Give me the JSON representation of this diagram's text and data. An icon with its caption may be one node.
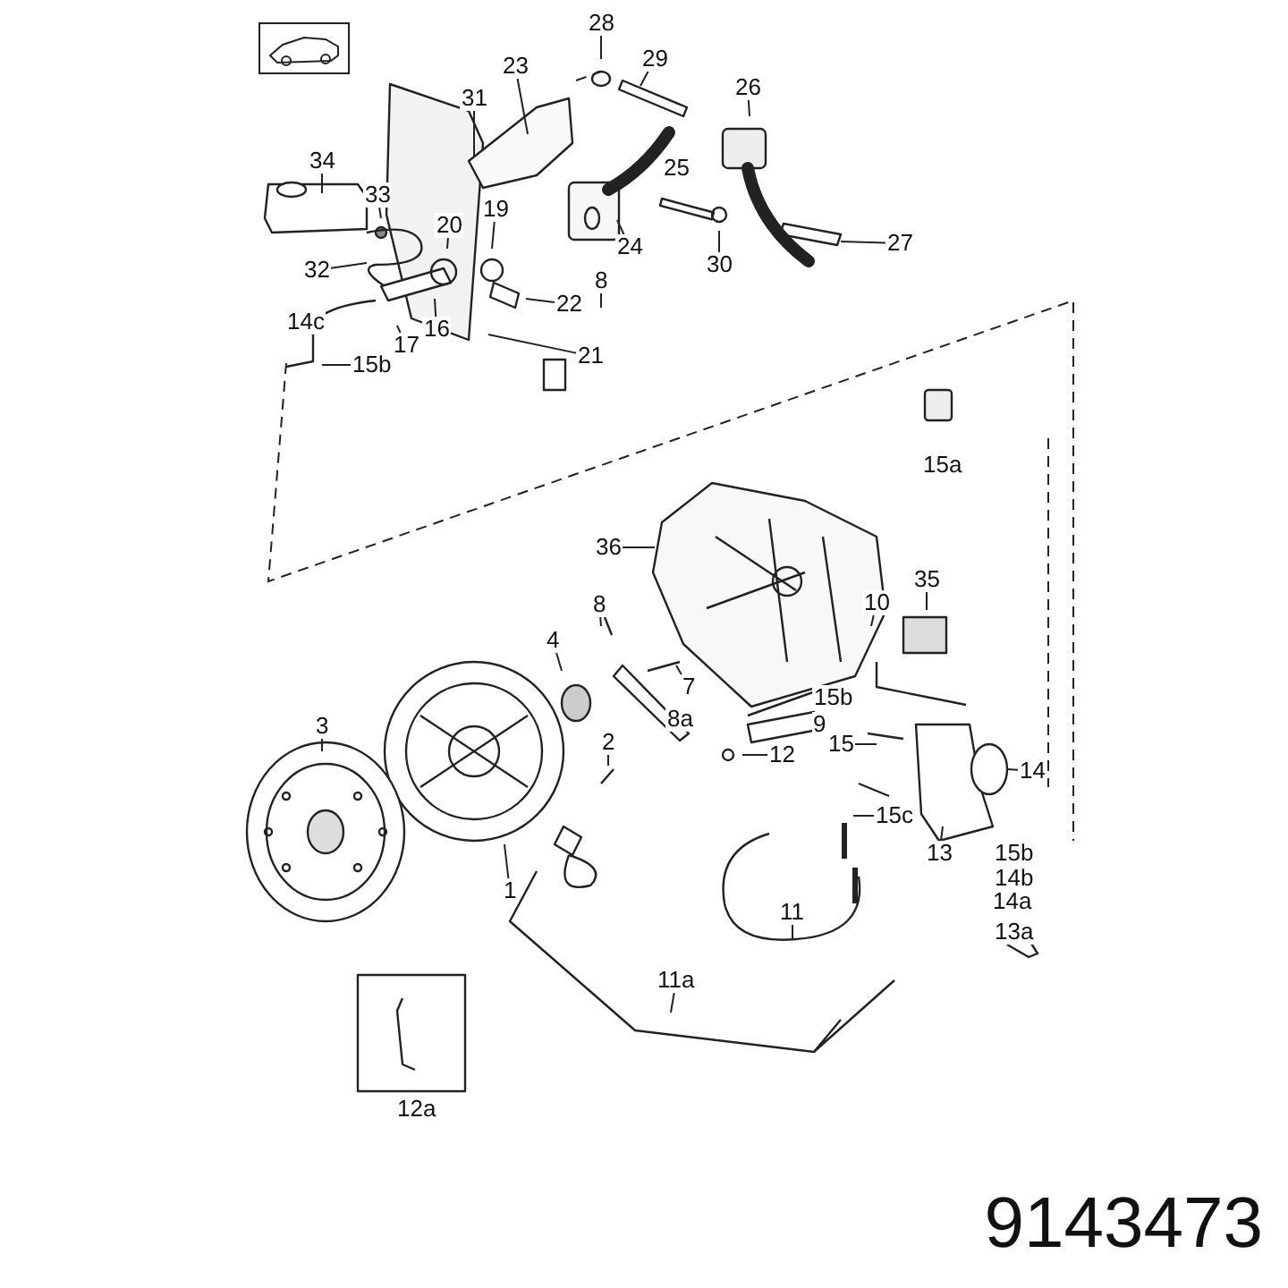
{
  "diagram": {
    "nodes": [
      {
        "text": [
          "28"
        ]
      },
      {
        "text": [
          "29"
        ]
      },
      {
        "text": [
          "23"
        ]
      },
      {
        "text": [
          "31"
        ]
      },
      {
        "text": [
          "26"
        ]
      },
      {
        "text": [
          "34"
        ]
      },
      {
        "text": [
          "33"
        ]
      },
      {
        "text": [
          "25"
        ]
      },
      {
        "text": [
          "19"
        ]
      },
      {
        "text": [
          "20"
        ]
      },
      {
        "text": [
          "24"
        ]
      },
      {
        "text": [
          "8"
        ]
      },
      {
        "text": [
          "30"
        ]
      },
      {
        "text": [
          "27"
        ]
      },
      {
        "text": [
          "32"
        ]
      },
      {
        "text": [
          "22"
        ]
      },
      {
        "text": [
          "14c"
        ]
      },
      {
        "text": [
          "16"
        ]
      },
      {
        "text": [
          "17"
        ]
      },
      {
        "text": [
          "15b"
        ]
      },
      {
        "text": [
          "21"
        ]
      },
      {
        "text": [
          "15a"
        ]
      },
      {
        "text": [
          "36"
        ]
      },
      {
        "text": [
          "8"
        ]
      },
      {
        "text": [
          "35"
        ]
      },
      {
        "text": [
          "4"
        ]
      },
      {
        "text": [
          "10"
        ]
      },
      {
        "text": [
          "7"
        ]
      },
      {
        "text": [
          "8a"
        ]
      },
      {
        "text": [
          "15b"
        ]
      },
      {
        "text": [
          "9"
        ]
      },
      {
        "text": [
          "15"
        ]
      },
      {
        "text": [
          "2"
        ]
      },
      {
        "text": [
          "12"
        ]
      },
      {
        "text": [
          "14"
        ]
      },
      {
        "text": [
          "3"
        ]
      },
      {
        "text": [
          "15c"
        ]
      },
      {
        "text": [
          "13"
        ]
      },
      {
        "text": [
          "15b"
        ]
      },
      {
        "text": [
          "14b"
        ]
      },
      {
        "text": [
          "14a"
        ]
      },
      {
        "text": [
          "13a"
        ]
      },
      {
        "text": [
          "1"
        ]
      },
      {
        "text": [
          "11"
        ]
      },
      {
        "text": [
          "11a"
        ]
      },
      {
        "text": [
          "12a"
        ]
      }
    ],
    "edges": [
      {
        "from": 0,
        "to": null,
        "arrow": "none"
      },
      {
        "from": 1,
        "to": null,
        "arrow": "none"
      },
      {
        "from": 2,
        "to": null,
        "arrow": "none"
      },
      {
        "from": 3,
        "to": null,
        "arrow": "none"
      },
      {
        "from": 4,
        "to": null,
        "arrow": "none"
      },
      {
        "from": 5,
        "to": null,
        "arrow": "none"
      },
      {
        "from": 6,
        "to": null,
        "arrow": "none"
      },
      {
        "from": 8,
        "to": null,
        "arrow": "none"
      },
      {
        "from": 9,
        "to": null,
        "arrow": "none"
      },
      {
        "from": 10,
        "to": null,
        "arrow": "none"
      },
      {
        "from": 11,
        "to": null,
        "arrow": "none"
      },
      {
        "from": 12,
        "to": null,
        "arrow": "none"
      },
      {
        "from": 13,
        "to": null,
        "arrow": "none"
      },
      {
        "from": 14,
        "to": null,
        "arrow": "none"
      },
      {
        "from": 15,
        "to": null,
        "arrow": "none"
      },
      {
        "from": 17,
        "to": null,
        "arrow": "none"
      },
      {
        "from": 18,
        "to": null,
        "arrow": "none"
      },
      {
        "from": 19,
        "to": null,
        "arrow": "none"
      },
      {
        "from": 20,
        "to": null,
        "arrow": "none"
      },
      {
        "from": 22,
        "to": null,
        "arrow": "none"
      },
      {
        "from": 23,
        "to": null,
        "arrow": "none"
      },
      {
        "from": 24,
        "to": null,
        "arrow": "none"
      },
      {
        "from": 25,
        "to": null,
        "arrow": "none"
      },
      {
        "from": 26,
        "to": null,
        "arrow": "none"
      },
      {
        "from": 27,
        "to": null,
        "arrow": "none"
      },
      {
        "from": 31,
        "to": null,
        "arrow": "none"
      },
      {
        "from": 32,
        "to": null,
        "arrow": "none"
      },
      {
        "from": 33,
        "to": null,
        "arrow": "none"
      },
      {
        "from": 34,
        "to": null,
        "arrow": "none"
      },
      {
        "from": 35,
        "to": null,
        "arrow": "none"
      },
      {
        "from": 36,
        "to": null,
        "arrow": "none"
      },
      {
        "from": 37,
        "to": null,
        "arrow": "none"
      },
      {
        "from": 42,
        "to": null,
        "arrow": "none"
      },
      {
        "from": 43,
        "to": null,
        "arrow": "none"
      },
      {
        "from": 44,
        "to": null,
        "arrow": "none"
      }
    ],
    "labels": [
      "9143473"
    ]
  }
}
